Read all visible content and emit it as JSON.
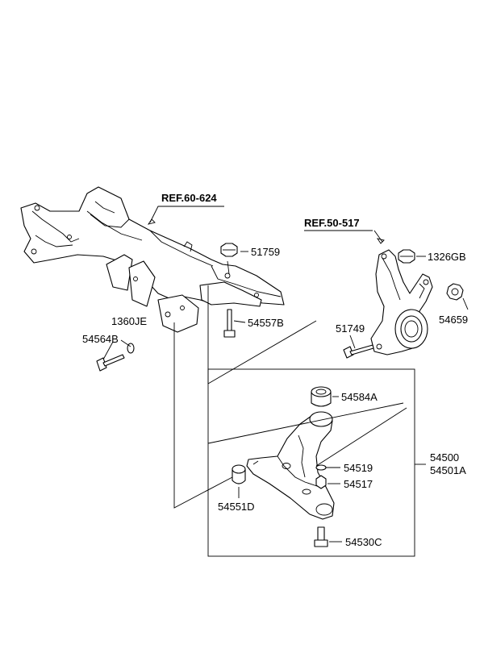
{
  "references": {
    "ref_60": "REF.60-624",
    "ref_50": "REF.50-517"
  },
  "parts": {
    "p51759": "51759",
    "p1326GB": "1326GB",
    "p1360JE": "1360JE",
    "p54564B": "54564B",
    "p54557B": "54557B",
    "p51749": "51749",
    "p54659": "54659",
    "p54584A": "54584A",
    "p54500": "54500",
    "p54501A": "54501A",
    "p54519": "54519",
    "p54517": "54517",
    "p54551D": "54551D",
    "p54530C": "54530C"
  }
}
